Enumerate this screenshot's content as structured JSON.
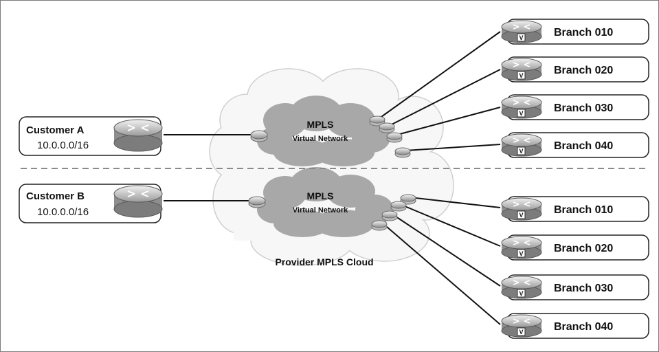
{
  "customers": [
    {
      "name": "Customer A",
      "subnet": "10.0.0.0/16"
    },
    {
      "name": "Customer B",
      "subnet": "10.0.0.0/16"
    }
  ],
  "vpns": [
    {
      "title": "MPLS",
      "subtitle": "Virtual Network"
    },
    {
      "title": "MPLS",
      "subtitle": "Virtual Network"
    }
  ],
  "cloud_label": "Provider MPLS Cloud",
  "branches_a": [
    "Branch 010",
    "Branch 020",
    "Branch 030",
    "Branch 040"
  ],
  "branches_b": [
    "Branch 010",
    "Branch 020",
    "Branch 030",
    "Branch 040"
  ],
  "router_badge": "V",
  "colors": {
    "cloud_outer": "#f6f6f6",
    "cloud_inner": "#a9a9a9",
    "line": "#111111",
    "divider": "#8a8a8a"
  }
}
